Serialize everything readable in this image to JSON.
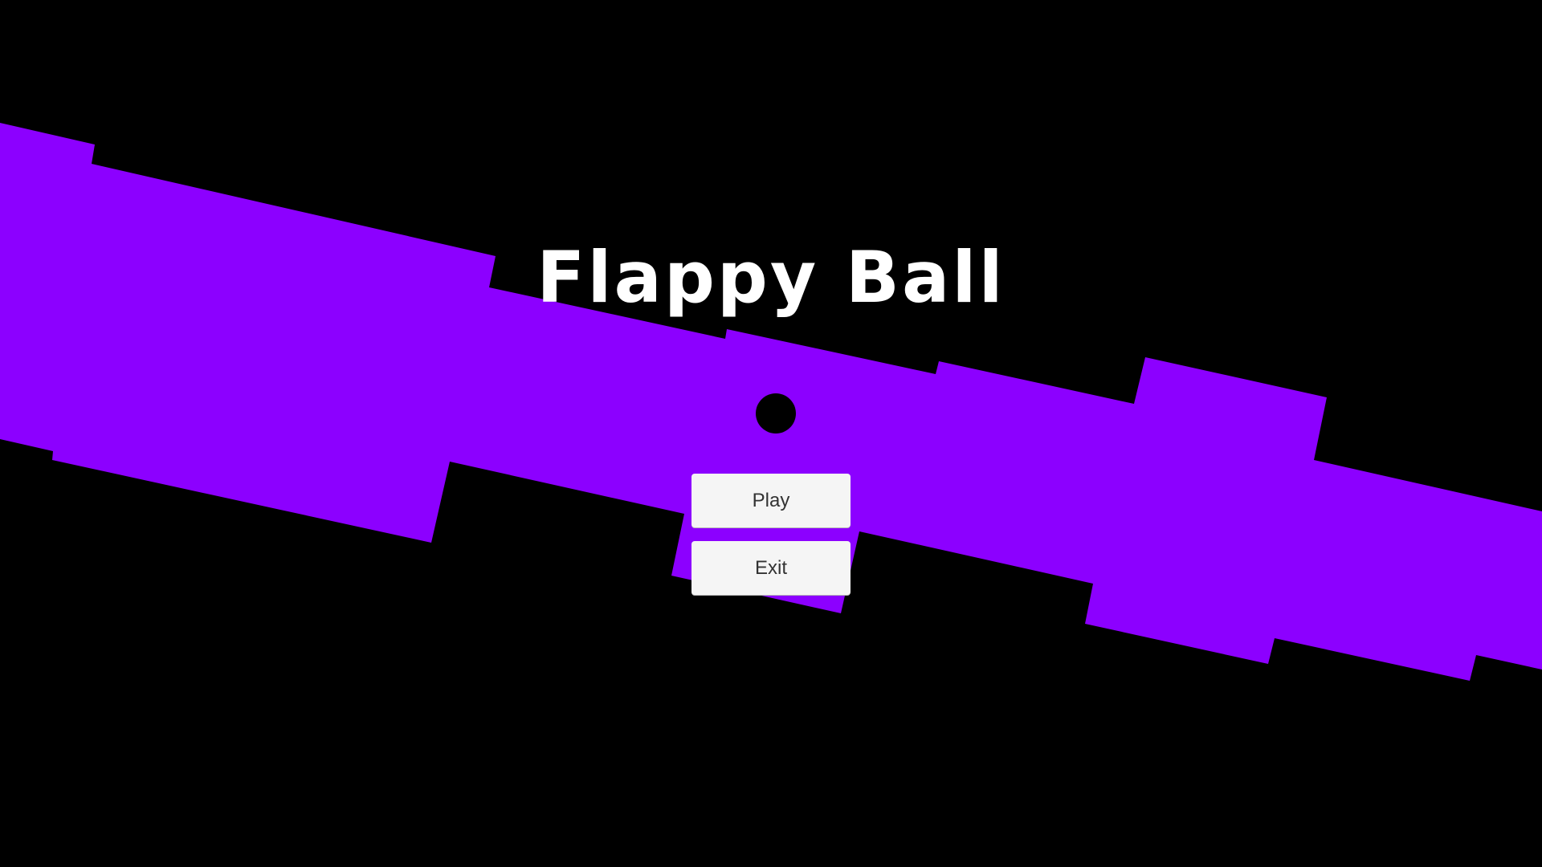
{
  "game": {
    "title": "Flappy Ball"
  },
  "menu": {
    "play_label": "Play",
    "exit_label": "Exit"
  },
  "colors": {
    "background": "#000000",
    "band": "#8C00FF",
    "title": "#FFFFFF",
    "ball": "#000000",
    "button_bg": "#F5F5F5",
    "button_text": "#333333"
  }
}
